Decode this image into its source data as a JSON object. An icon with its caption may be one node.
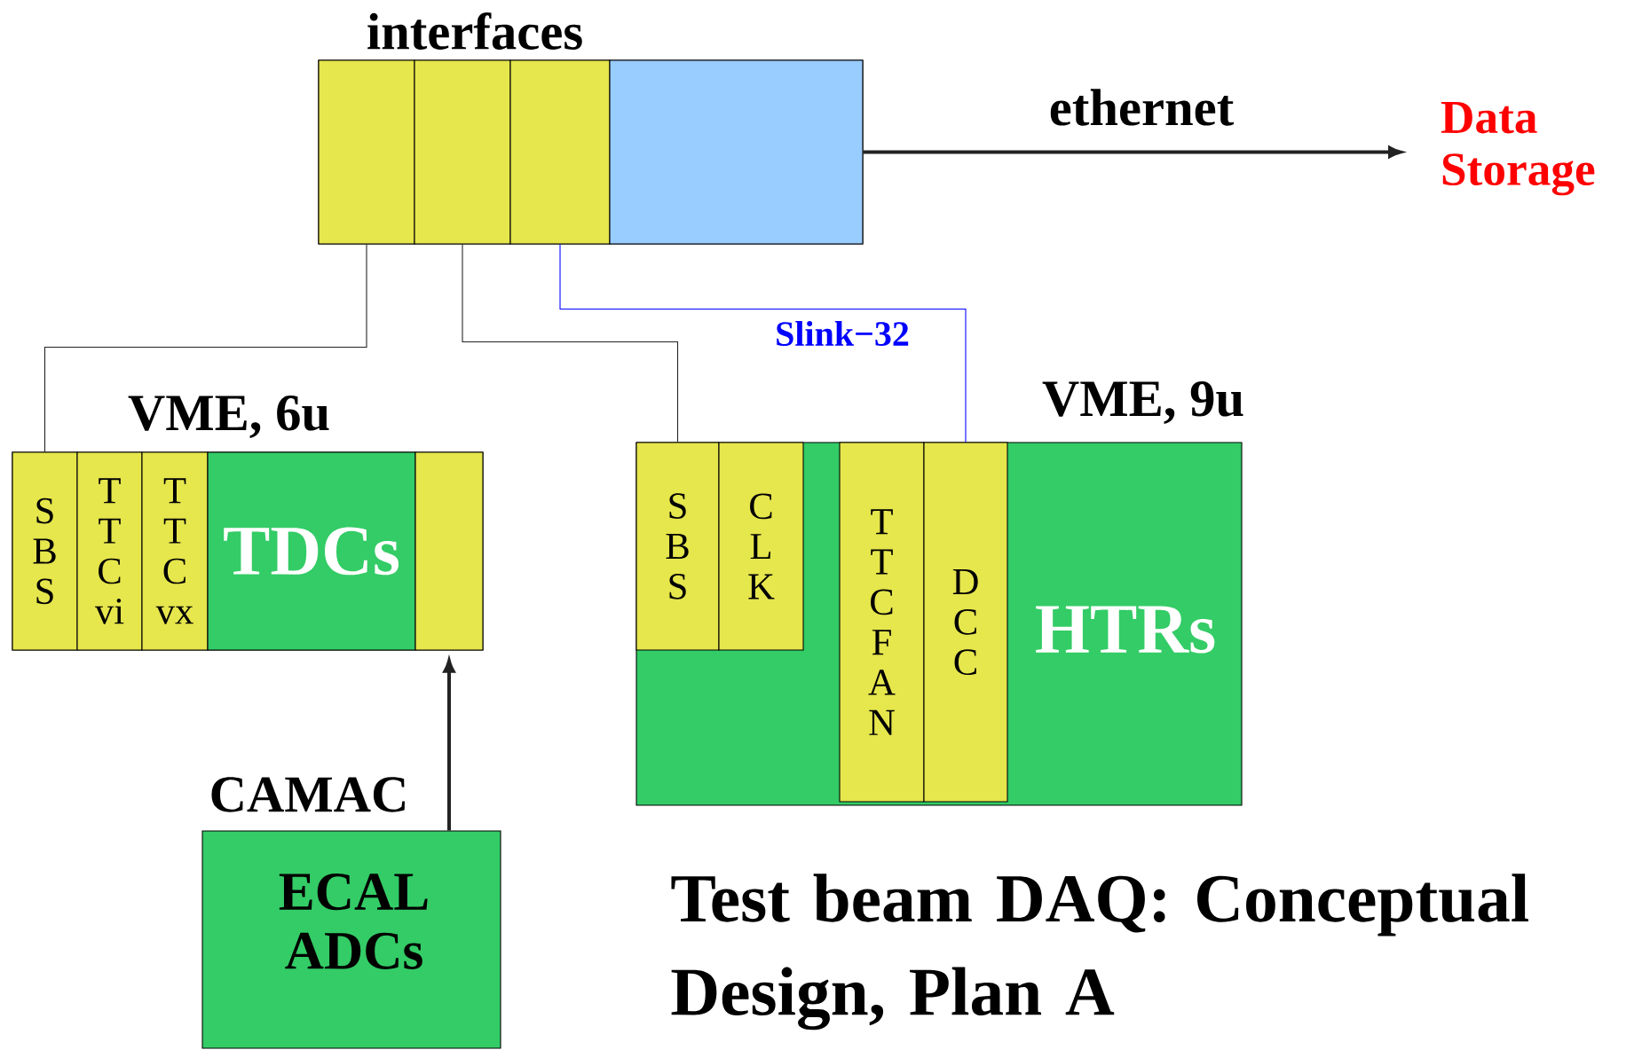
{
  "diagram": {
    "title": "Test beam DAQ: Conceptual Design, Plan A",
    "nodes": [
      {
        "text": [
          "interfaces"
        ]
      },
      {
        "text": [],
        "shape": "box",
        "in": 0
      },
      {
        "text": [],
        "shape": "box",
        "in": 0
      },
      {
        "text": [],
        "shape": "box",
        "in": 0
      },
      {
        "text": [],
        "shape": "box",
        "in": 0
      },
      {
        "text": [
          "Data Storage"
        ]
      },
      {
        "text": [
          "VME, 6u"
        ]
      },
      {
        "text": [
          "S",
          "B",
          "S"
        ],
        "in": 6
      },
      {
        "text": [
          "T",
          "T",
          "C",
          "vi"
        ],
        "in": 6
      },
      {
        "text": [
          "T",
          "T",
          "C",
          "vx"
        ],
        "in": 6
      },
      {
        "text": [
          "TDCs"
        ],
        "in": 6
      },
      {
        "text": [],
        "shape": "box",
        "in": 6
      },
      {
        "text": [
          "VME, 9u",
          "HTRs"
        ]
      },
      {
        "text": [
          "S",
          "B",
          "S"
        ],
        "in": 12
      },
      {
        "text": [
          "C",
          "L",
          "K"
        ],
        "in": 12
      },
      {
        "text": [
          "T",
          "T",
          "C",
          "F",
          "A",
          "N"
        ],
        "in": 12
      },
      {
        "text": [
          "D",
          "C",
          "C"
        ],
        "in": 12
      },
      {
        "text": [
          "CAMAC",
          "ECAL ADCs"
        ]
      }
    ],
    "edges": [
      {
        "from": 4,
        "to": 5,
        "arrow": "to",
        "label": "ethernet",
        "style": "thick"
      },
      {
        "from": 1,
        "to": 7,
        "arrow": "none"
      },
      {
        "from": 2,
        "to": 13,
        "arrow": "none"
      },
      {
        "from": 3,
        "to": 16,
        "arrow": "none",
        "label": "Slink−32",
        "color": "#0000ff"
      },
      {
        "from": 17,
        "to": 11,
        "arrow": "to",
        "style": "thick"
      }
    ]
  }
}
